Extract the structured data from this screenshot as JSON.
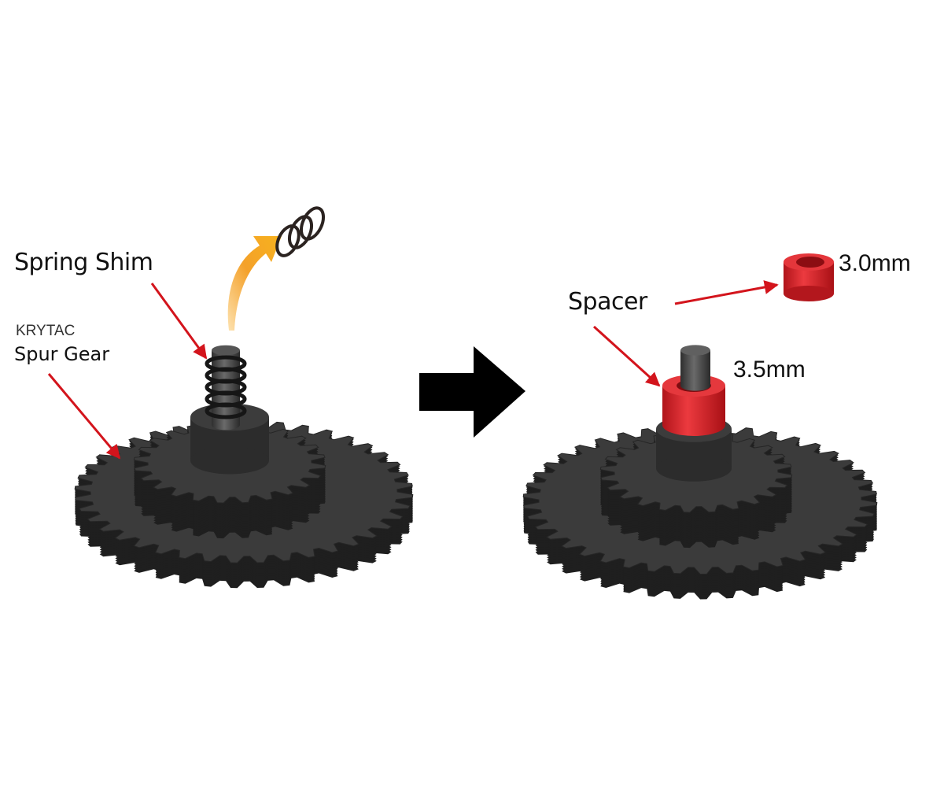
{
  "before": {
    "spring_label": "Spring Shim",
    "gear_brand": "KRYTAC",
    "gear_label": "Spur Gear"
  },
  "after": {
    "spacer_label": "Spacer",
    "spacer_loose_size": "3.0mm",
    "spacer_installed_size": "3.5mm"
  },
  "colors": {
    "callout_arrow": "#d3141c",
    "remove_arrow": "#f29a1b",
    "transition_arrow": "#000000",
    "gear": "#3a3a3a",
    "spacer": "#d8222a"
  }
}
